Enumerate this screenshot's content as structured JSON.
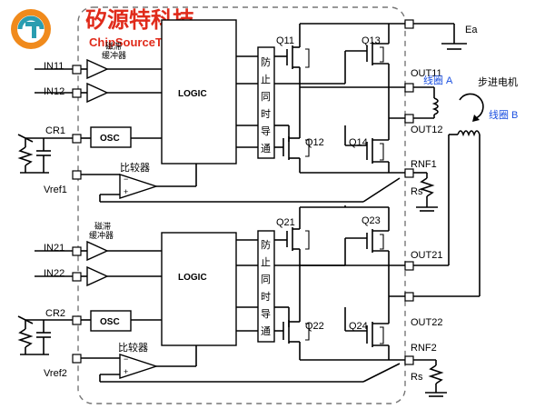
{
  "brand": {
    "name": "矽源特科技",
    "sub": "ChipSourceTek",
    "colors": {
      "orange": "#f08a1c",
      "red": "#e02a1a",
      "teal": "#2a9db0"
    }
  },
  "labels": {
    "ea": "Ea",
    "motor": "步进电机",
    "coil_a": "线圈 A",
    "coil_b": "线圈 B",
    "buffer_top": "磁滞\n缓冲器",
    "buffer_bottom": "磁滞\n缓冲器",
    "comparator_top": "比较器",
    "comparator_bottom": "比较器",
    "logic_top": "LOGIC",
    "logic_bottom": "LOGIC",
    "osc_top": "OSC",
    "osc_bottom": "OSC",
    "interlock_top": [
      "防",
      "止",
      "同",
      "时",
      "导",
      "通"
    ],
    "interlock_bottom": [
      "防",
      "止",
      "同",
      "时",
      "导",
      "通"
    ],
    "rs_top": "Rs",
    "rs_bottom": "Rs"
  },
  "pins_left": [
    "IN11",
    "IN12",
    "CR1",
    "Vref1",
    "IN21",
    "IN22",
    "CR2",
    "Vref2"
  ],
  "pins_right": [
    "OUT11",
    "OUT12",
    "RNF1",
    "OUT21",
    "OUT22",
    "RNF2"
  ],
  "transistors": [
    "Q11",
    "Q13",
    "Q12",
    "Q14",
    "Q21",
    "Q23",
    "Q22",
    "Q24"
  ],
  "colors": {
    "wire": "#000000",
    "accent_text": "#1a4fe0"
  }
}
